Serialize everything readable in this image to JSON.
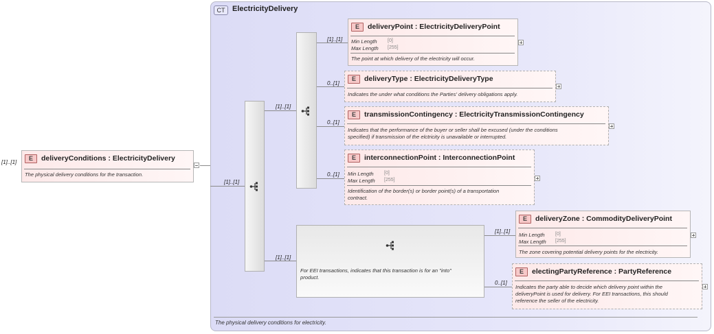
{
  "complex_type": {
    "badge": "CT",
    "title": "ElectricityDelivery",
    "doc": "The physical delivery conditions for electricity."
  },
  "root": {
    "card": "[1]..[1]",
    "badge": "E",
    "name": "deliveryConditions : ElectricityDelivery",
    "doc": "The physical delivery conditions for the transaction."
  },
  "main_seq": {
    "card": "[1]..[1]"
  },
  "upper_seq": {
    "card": "[1]..[1]"
  },
  "lower_seq": {
    "card": "[1]..[1]",
    "doc_line1": "For EEI transactions, indicates that this transaction is for an \"into\"",
    "doc_line2": "product."
  },
  "labels": {
    "min_length": "Min Length",
    "max_length": "Max Length"
  },
  "elements": [
    {
      "card": "[1]..[1]",
      "badge": "E",
      "name": "deliveryPoint : ElectricityDeliveryPoint",
      "min": "[0]",
      "max": "[255]",
      "doc": "The point at which delivery of the electricity will occur."
    },
    {
      "card": "0..[1]",
      "badge": "E",
      "name": "deliveryType : ElectricityDeliveryType",
      "doc": "Indicates the under what conditions the Parties' delivery obligations apply."
    },
    {
      "card": "0..[1]",
      "badge": "E",
      "name": "transmissionContingency : ElectricityTransmissionContingency",
      "doc_line1": "Indicates that the performance of the buyer or seller shall be excused (under the conditions",
      "doc_line2": "specified) if transmission of the elctricity is unavailable or interrupted."
    },
    {
      "card": "0..[1]",
      "badge": "E",
      "name": "interconnectionPoint : InterconnectionPoint",
      "min": "[0]",
      "max": "[255]",
      "doc_line1": "Identification of the border(s) or border point(s) of a transportation",
      "doc_line2": "contract."
    },
    {
      "card": "[1]..[1]",
      "badge": "E",
      "name": "deliveryZone : CommodityDeliveryPoint",
      "min": "[0]",
      "max": "[255]",
      "doc": "The zone covering potential delivery points for the electricity."
    },
    {
      "card": "0..[1]",
      "badge": "E",
      "name": "electingPartyReference : PartyReference",
      "doc_line1": "Indicates the party able to decide which delivery point within the",
      "doc_line2": "deliveryPoint is used for delivery. For EEI transactions, this should",
      "doc_line3": "reference the seller of the electricity."
    }
  ]
}
